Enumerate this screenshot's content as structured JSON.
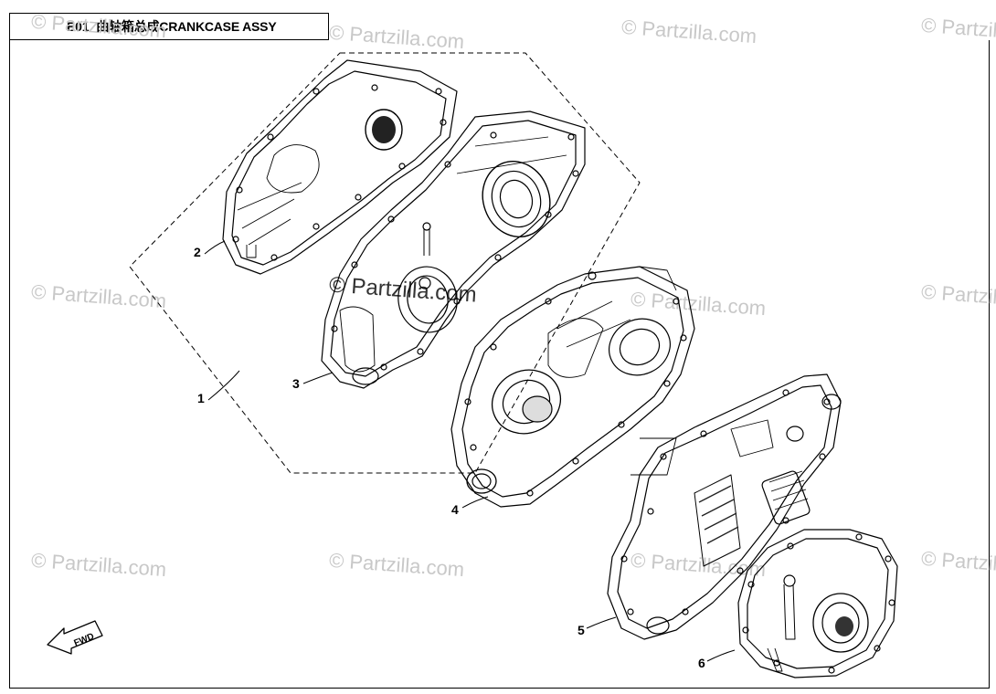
{
  "header": {
    "code": "E01",
    "title": "曲轴箱总成CRANKCASE ASSY"
  },
  "watermark": {
    "text": "© Partzilla.com",
    "center_text": "© Partzilla.com"
  },
  "callouts": [
    "1",
    "2",
    "3",
    "4",
    "5",
    "6"
  ],
  "fwd_label": "FWD"
}
